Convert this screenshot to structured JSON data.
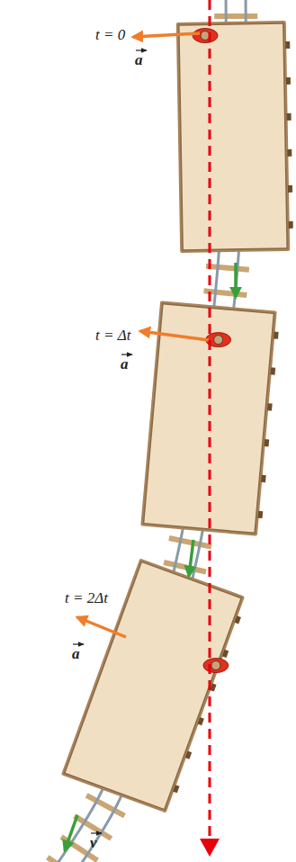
{
  "diagram": {
    "labels": [
      "t = 0",
      "a",
      "t = Δt",
      "a",
      "t = 2Δt",
      "a",
      "v"
    ]
  }
}
